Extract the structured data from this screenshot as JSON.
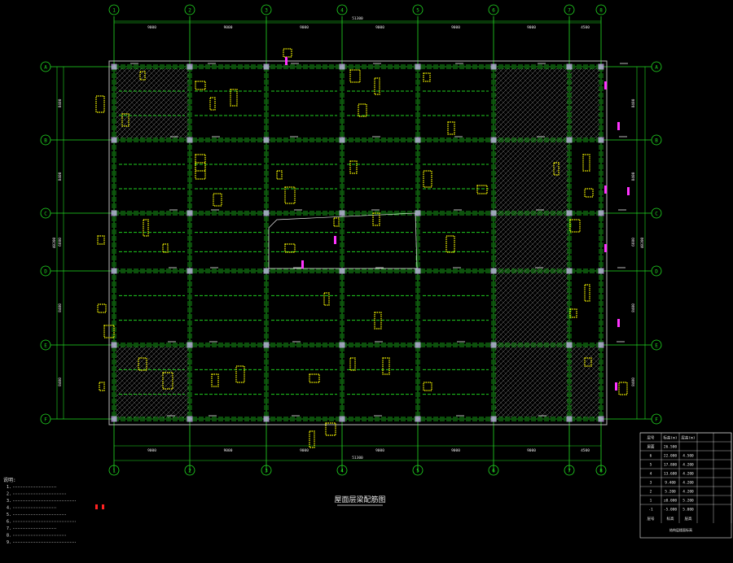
{
  "colors": {
    "background": "#000000",
    "grid_green": "#22dd22",
    "beam_green": "#1fcf1f",
    "annotation_yellow": "#ffff00",
    "highlight_magenta": "#ff33ff",
    "text_white": "#e8e8e8",
    "outline_gray": "#bdbdbd",
    "note_red": "#ff2222"
  },
  "axes": {
    "columns": [
      "1",
      "2",
      "3",
      "4",
      "5",
      "6",
      "7",
      "8"
    ],
    "rows": [
      "A",
      "B",
      "C",
      "D",
      "E",
      "F"
    ]
  },
  "dimensions": {
    "top_spans": [
      "9000",
      "9000",
      "9000",
      "9000",
      "9000",
      "9000",
      "4500"
    ],
    "top_total": "51300",
    "bottom_spans": [
      "9000",
      "9000",
      "9000",
      "9000",
      "9000",
      "9000",
      "4500"
    ],
    "bottom_total": "51300",
    "left_spans": [
      "8400",
      "8400",
      "6600",
      "8400",
      "8400"
    ],
    "left_total": "40200",
    "right_spans": [
      "8400",
      "8400",
      "6600",
      "8400",
      "8400"
    ],
    "right_total": "40200"
  },
  "drawing_title": "屋面层梁配筋图",
  "notes": {
    "heading": "说明:",
    "lines": [
      "1.",
      "2.",
      "3.",
      "4.",
      "5.",
      "6.",
      "7.",
      "8.",
      "9."
    ]
  },
  "level_table": {
    "header": [
      "层号",
      "标高(m)",
      "层高(m)"
    ],
    "rows": [
      [
        "屋面",
        "26.500",
        ""
      ],
      [
        "6",
        "22.000",
        "4.500"
      ],
      [
        "5",
        "17.800",
        "4.200"
      ],
      [
        "4",
        "13.600",
        "4.200"
      ],
      [
        "3",
        "9.400",
        "4.200"
      ],
      [
        "2",
        "5.200",
        "4.200"
      ],
      [
        "1",
        "±0.000",
        "5.200"
      ],
      [
        "-1",
        "-5.000",
        "5.000"
      ]
    ],
    "footer": [
      "层号",
      "标高",
      "层高"
    ],
    "caption": "结构层楼面标高"
  }
}
